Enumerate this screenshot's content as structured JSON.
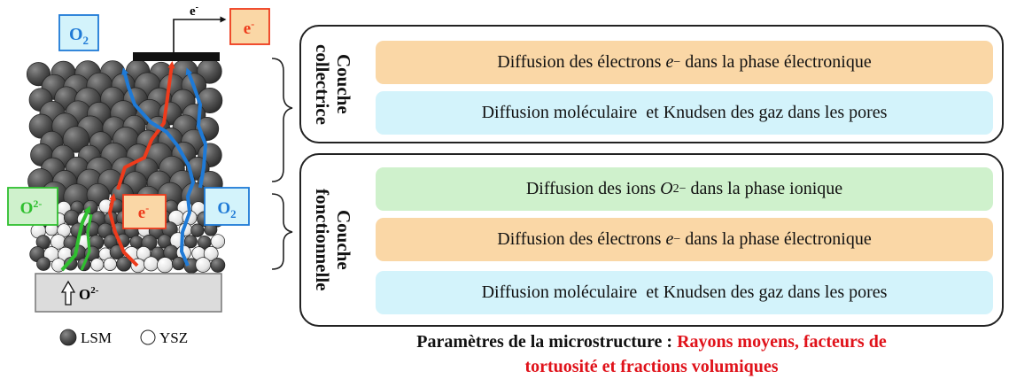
{
  "left_figure": {
    "o2_top": "O",
    "o2_top_sub": "2",
    "e_label_top": "e",
    "e_label_top_sup": "-",
    "e_box_top": "e",
    "e_box_top_sup": "-",
    "o2minus_box": "O",
    "o2minus_box_sup": "2-",
    "e_box_mid": "e",
    "e_box_mid_sup": "-",
    "o2_box_right": "O",
    "o2_box_right_sub": "2",
    "substrate_label": "O",
    "substrate_label_sup": "2-",
    "legend_lsm": "LSM",
    "legend_ysz": "YSZ",
    "colors": {
      "o2": "#1f7ad6",
      "electron": "#ee3b1c",
      "oxide_ion": "#2fbf2f",
      "lsm": "#4d4d4d",
      "ysz": "#f0f0f0"
    }
  },
  "panels": {
    "collectrice": {
      "label_line1": "Couche",
      "label_line2": "collectrice",
      "rows": [
        {
          "pre": "Diffusion des électrons ",
          "math": "e",
          "sup": "−",
          "post": " dans la phase électronique",
          "color": "#fad7a6"
        },
        {
          "pre": "Diffusion moléculaire  et Knudsen des gaz dans les pores",
          "math": "",
          "sup": "",
          "post": "",
          "color": "#d3f3fb"
        }
      ]
    },
    "fonctionnelle": {
      "label_line1": "Couche",
      "label_line2": "fonctionnelle",
      "rows": [
        {
          "pre": "Diffusion des ions ",
          "math": "O",
          "sup": "2−",
          "post": " dans la phase ionique",
          "color": "#cff1cc"
        },
        {
          "pre": "Diffusion des électrons ",
          "math": "e",
          "sup": "−",
          "post": " dans la phase électronique",
          "color": "#fad7a6"
        },
        {
          "pre": "Diffusion moléculaire  et Knudsen des gaz dans les pores",
          "math": "",
          "sup": "",
          "post": "",
          "color": "#d3f3fb"
        }
      ]
    }
  },
  "caption": {
    "black": "Paramètres de la microstructure : ",
    "red_line1": "Rayons moyens, facteurs de",
    "red_line2": "tortuosité et fractions volumiques"
  }
}
